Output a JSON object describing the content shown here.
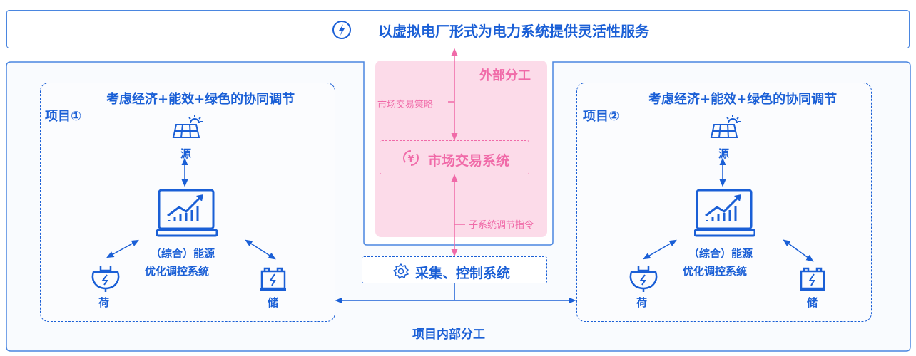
{
  "header": {
    "title": "以虚拟电厂形式为电力系统提供灵活性服务",
    "icon": "lightning-icon"
  },
  "external": {
    "label": "外部分工",
    "market_strategy": "市场交易策略",
    "market_system": "市场交易系统",
    "subsystem_command": "子系统调节指令"
  },
  "collection_system": "采集、控制系统",
  "internal_label": "项目内部分工",
  "projects": [
    {
      "name": "项目①",
      "goal": "考虑经济+能效+绿色的协同调节",
      "source": "源",
      "center_line1": "（综合）能源",
      "center_line2": "优化调控系统",
      "load": "荷",
      "storage": "储"
    },
    {
      "name": "项目②",
      "goal": "考虑经济+能效+绿色的协同调节",
      "source": "源",
      "center_line1": "（综合）能源",
      "center_line2": "优化调控系统",
      "load": "荷",
      "storage": "储"
    }
  ],
  "colors": {
    "blue": "#1a5fd6",
    "pink": "#f06aa8",
    "pink_bg": "#fcdbe9"
  }
}
